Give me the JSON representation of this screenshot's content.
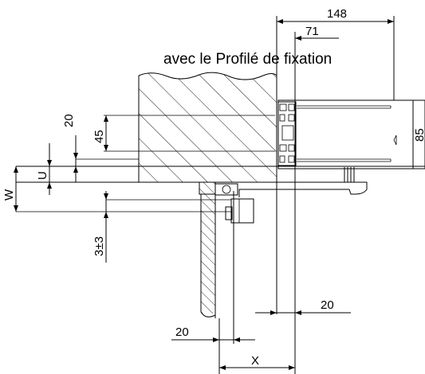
{
  "caption": "avec le Profilé de fixation",
  "dimensions": {
    "total_depth": "148",
    "profile_depth": "71",
    "profile_height": "85",
    "offset_top": "20",
    "spacing": "45",
    "gap_u": "U",
    "height_w": "W",
    "tolerance": "3±3",
    "bottom_right_gap": "20",
    "bottom_left_gap": "20",
    "width_x": "X"
  }
}
